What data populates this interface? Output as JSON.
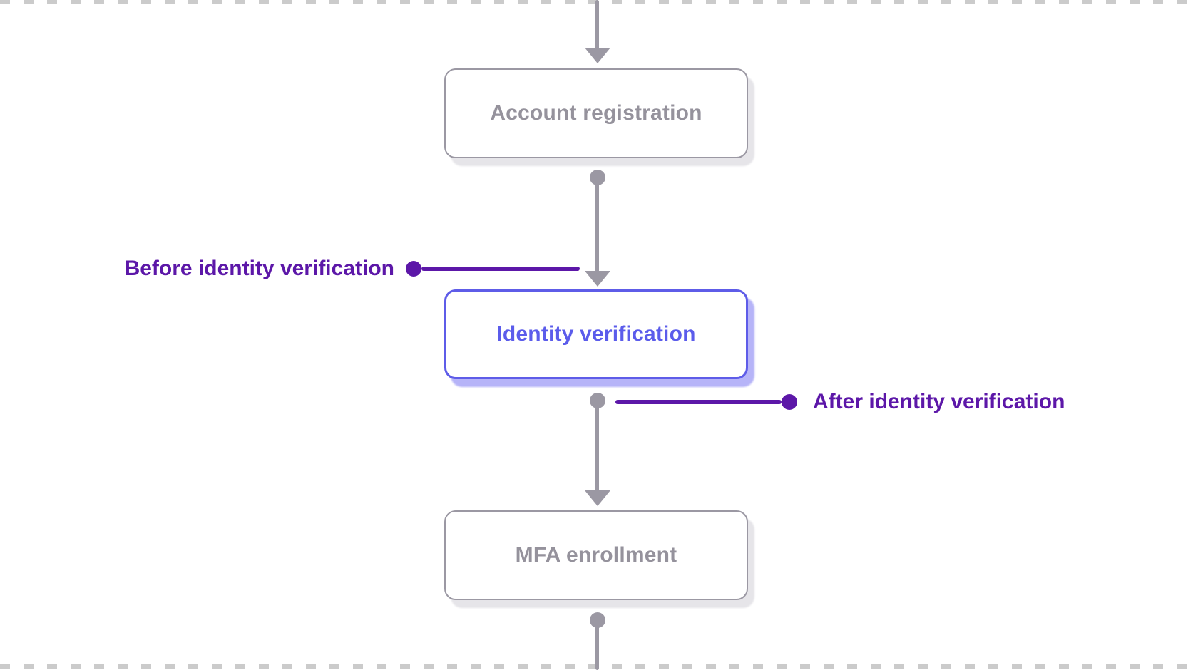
{
  "diagram": {
    "nodes": [
      {
        "id": "account-registration",
        "label": "Account registration",
        "state": "default"
      },
      {
        "id": "identity-verification",
        "label": "Identity verification",
        "state": "active"
      },
      {
        "id": "mfa-enrollment",
        "label": "MFA enrollment",
        "state": "default"
      }
    ],
    "annotations": [
      {
        "id": "before-identity-verification",
        "label": "Before identity verification",
        "side": "left"
      },
      {
        "id": "after-identity-verification",
        "label": "After identity verification",
        "side": "right"
      }
    ],
    "colors": {
      "background": "#ffffff",
      "dashed_border": "#cbcbcb",
      "connector_gray": "#9b98a3",
      "node_border_gray": "#9b98a3",
      "node_text_gray": "#95929c",
      "node_shadow_gray": "#e6e5e9",
      "active_border": "#5e5ce8",
      "active_text": "#5b5ceb",
      "active_shadow": "#b6b4f8",
      "annotation_purple": "#5c17a8"
    }
  }
}
